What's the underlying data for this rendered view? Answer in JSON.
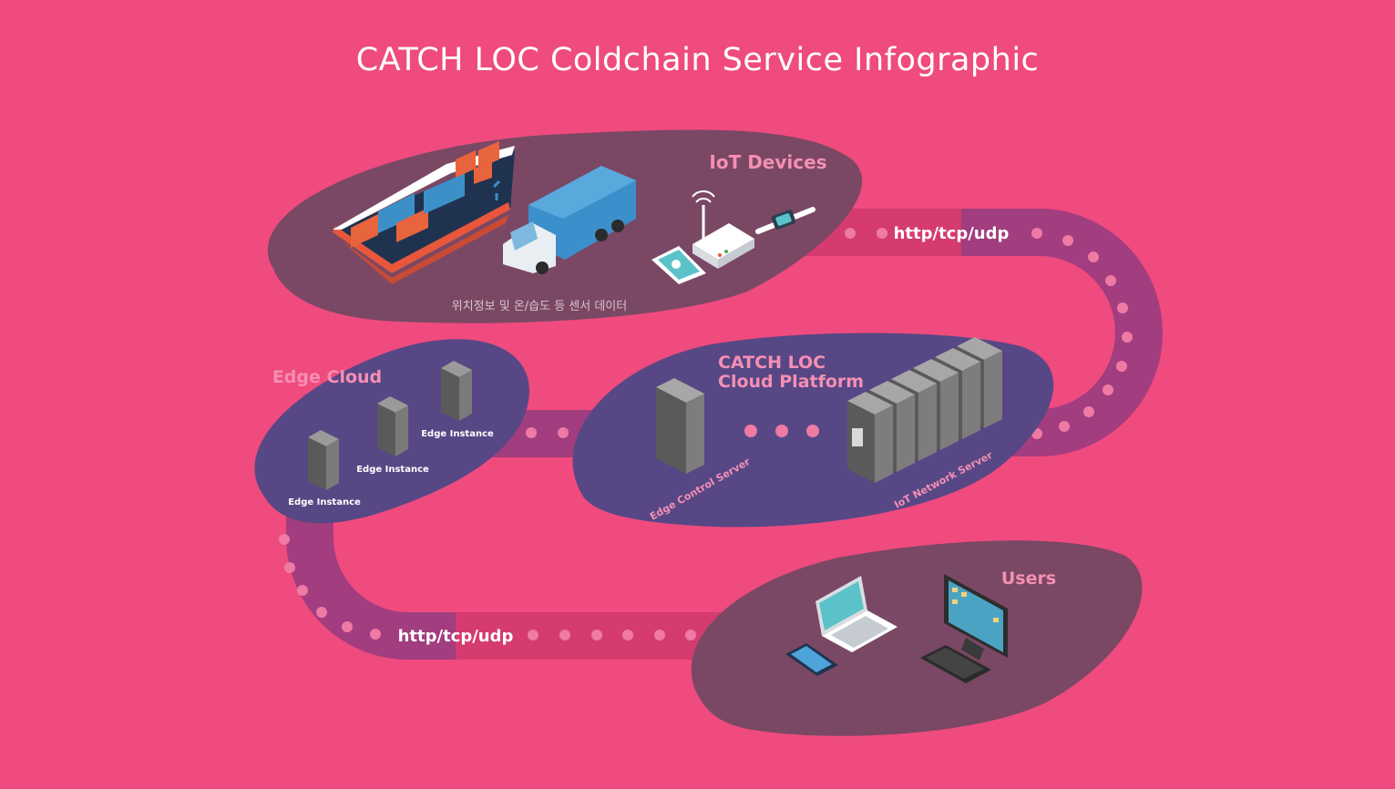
{
  "title": "CATCH LOC Coldchain Service Infographic",
  "colors": {
    "background": "#ef4b7e",
    "iot_blob": "#7a4864",
    "purple_blob": "#574785",
    "track": "#a23d7f",
    "track_light": "#d53b6f",
    "dot": "#ef7aa4",
    "label_pink": "#f58fb3"
  },
  "iot_devices": {
    "title": "IoT Devices",
    "caption": "위치정보 및 온/습도 등 센서 데이터",
    "icons": [
      "container-ship-icon",
      "truck-icon",
      "smartphone-icon",
      "router-icon",
      "smartwatch-icon"
    ]
  },
  "edge_cloud": {
    "title": "Edge Cloud",
    "instances": [
      "Edge Instance",
      "Edge Instance",
      "Edge Instance"
    ]
  },
  "platform": {
    "title_line1": "CATCH LOC",
    "title_line2": "Cloud Platform",
    "edge_control_server": "Edge Control Server",
    "iot_network_server": "IoT Network Server"
  },
  "users": {
    "title": "Users",
    "icons": [
      "laptop-icon",
      "smartphone-icon",
      "desktop-icon",
      "keyboard-icon"
    ]
  },
  "connections": {
    "top_protocol": "http/tcp/udp",
    "bottom_protocol": "http/tcp/udp"
  }
}
